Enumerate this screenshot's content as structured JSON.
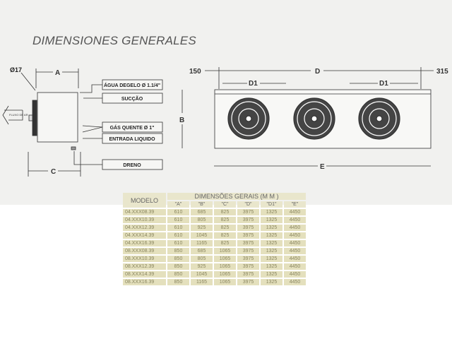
{
  "title": "DIMENSIONES GENERALES",
  "side_view": {
    "diameter": "Ø17",
    "dim_a": "A",
    "dim_c": "C",
    "airflow": "FLUXO DE AR",
    "labels": [
      "ÁGUA DEGELO Ø 1.1/4\"",
      "SUCÇÃO",
      "GÁS QUENTE Ø 1\"",
      "ENTRADA LIQUIDO",
      "DRENO"
    ]
  },
  "front_view": {
    "left_offset": "150",
    "right_offset": "315",
    "dim_d": "D",
    "dim_d1_left": "D1",
    "dim_d1_right": "D1",
    "dim_b": "B",
    "dim_e": "E"
  },
  "table": {
    "model_header": "MODELO",
    "group_header": "DIMENSÕES GERAIS (M M )",
    "columns": [
      "\"A\"",
      "\"B\"",
      "\"C\"",
      "\"D\"",
      "\"D1\"",
      "\"E\""
    ],
    "rows": [
      [
        "04.XXX08.39",
        "610",
        "685",
        "825",
        "3975",
        "1325",
        "4450"
      ],
      [
        "04.XXX10.39",
        "610",
        "805",
        "825",
        "3975",
        "1325",
        "4450"
      ],
      [
        "04.XXX12.39",
        "610",
        "925",
        "825",
        "3975",
        "1325",
        "4450"
      ],
      [
        "04.XXX14.39",
        "610",
        "1045",
        "825",
        "3975",
        "1325",
        "4450"
      ],
      [
        "04.XXX16.39",
        "610",
        "1165",
        "825",
        "3975",
        "1325",
        "4450"
      ],
      [
        "08.XXX08.39",
        "850",
        "685",
        "1065",
        "3975",
        "1325",
        "4450"
      ],
      [
        "08.XXX10.39",
        "850",
        "805",
        "1065",
        "3975",
        "1325",
        "4450"
      ],
      [
        "08.XXX12.39",
        "850",
        "925",
        "1065",
        "3975",
        "1325",
        "4450"
      ],
      [
        "08.XXX14.39",
        "850",
        "1045",
        "1065",
        "3975",
        "1325",
        "4450"
      ],
      [
        "08.XXX16.39",
        "850",
        "1165",
        "1065",
        "3975",
        "1325",
        "4450"
      ]
    ]
  }
}
